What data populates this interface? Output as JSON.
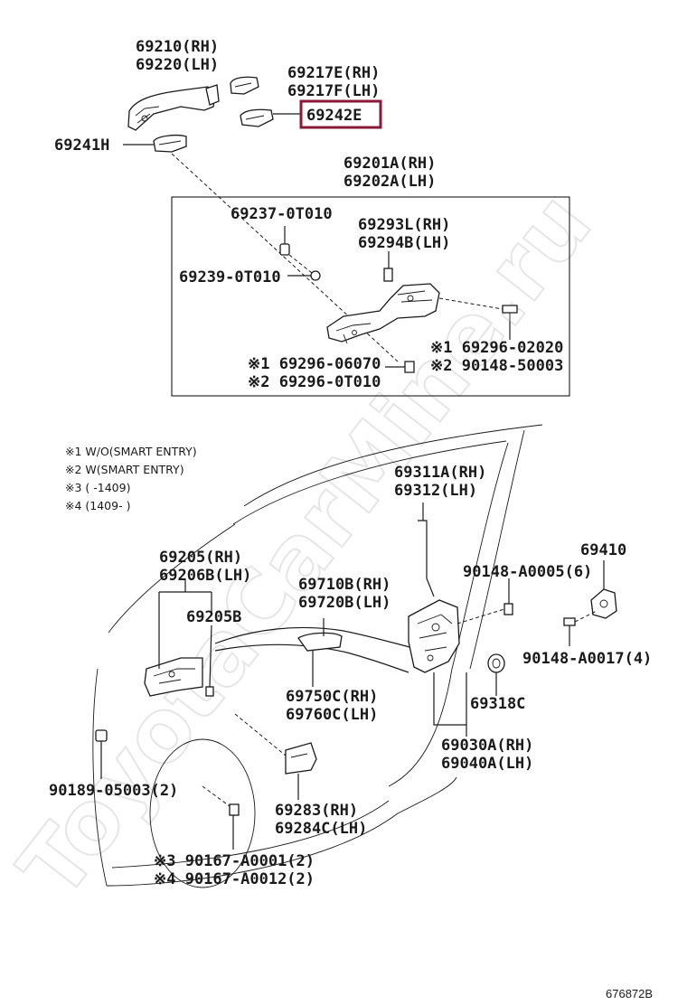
{
  "watermark": "ToyotaCarMine.ru",
  "figure_code": "676872B",
  "labels": {
    "l69210": "69210(RH)",
    "l69220": "69220(LH)",
    "l69217e": "69217E(RH)",
    "l69217f": "69217F(LH)",
    "l69242e": "69242E",
    "l69241h": "69241H",
    "l69201a": "69201A(RH)",
    "l69202a": "69202A(LH)",
    "l69237": "69237-0T010",
    "l69293l": "69293L(RH)",
    "l69294b": "69294B(LH)",
    "l69239": "69239-0T010",
    "l69296_02020": "※1 69296-02020",
    "l90148_50003": "※2 90148-50003",
    "l69296_06070": "※1 69296-06070",
    "l69296_0t010": "※2 69296-0T010",
    "l69311a": "69311A(RH)",
    "l69312": "69312(LH)",
    "l69205": "69205(RH)",
    "l69206b": "69206B(LH)",
    "l69710b": "69710B(RH)",
    "l69720b": "69720B(LH)",
    "l90148_a0005": "90148-A0005(6)",
    "l69410": "69410",
    "l69205b": "69205B",
    "l90148_a0017": "90148-A0017(4)",
    "l69750c": "69750C(RH)",
    "l69760c": "69760C(LH)",
    "l69318c": "69318C",
    "l69030a": "69030A(RH)",
    "l69040a": "69040A(LH)",
    "l90189": "90189-05003(2)",
    "l69283": "69283(RH)",
    "l69284c": "69284C(LH)",
    "l90167_a0001": "※3 90167-A0001(2)",
    "l90167_a0012": "※4 90167-A0012(2)"
  },
  "notes": [
    "※1 W/O(SMART ENTRY)",
    "※2 W(SMART ENTRY)",
    "※3 (        -1409)",
    "※4 (1409-        )"
  ],
  "highlight_part": "69242E",
  "colors": {
    "highlight": "#8b1a3a",
    "ink": "#1a1a1a",
    "watermark": "#e6e6e6"
  }
}
